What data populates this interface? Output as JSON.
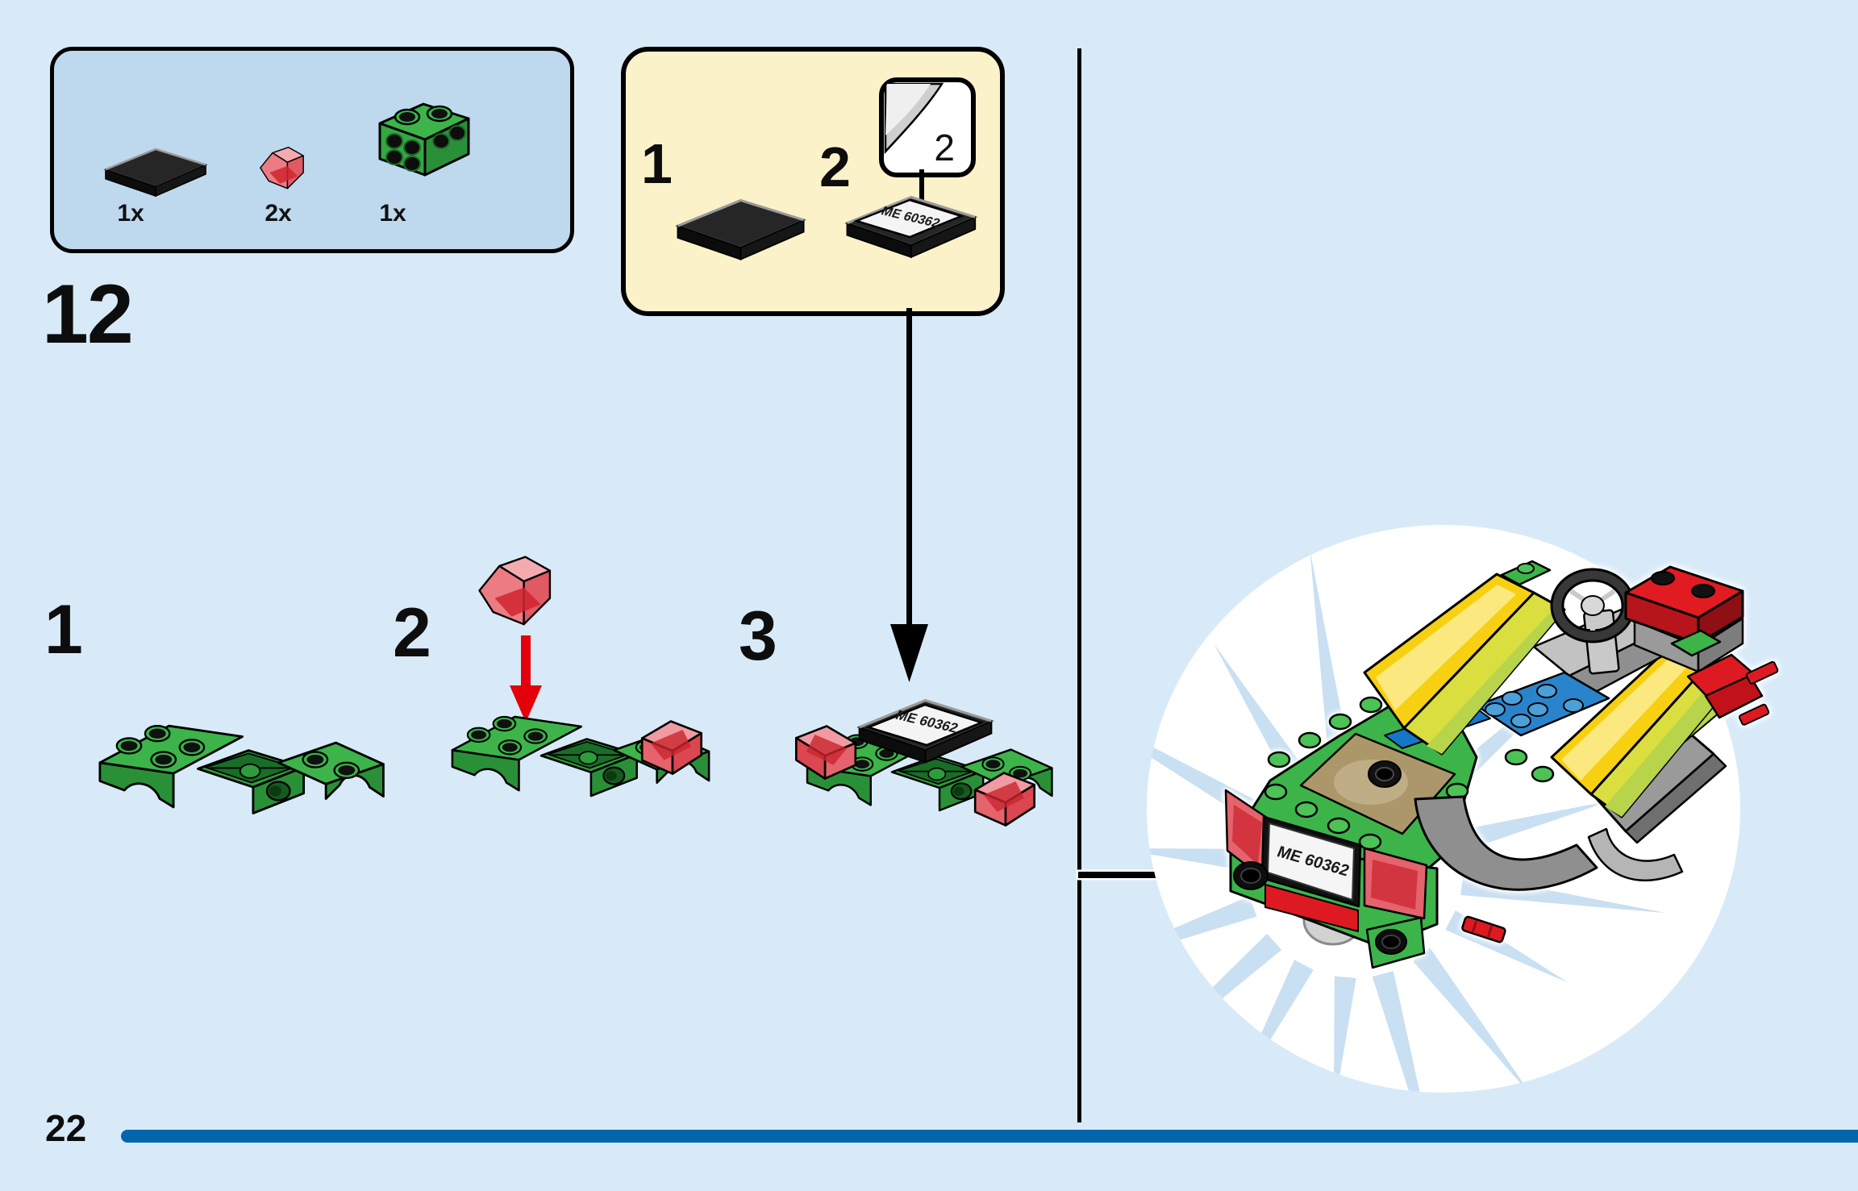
{
  "page": {
    "step_number": "12",
    "page_number": "22"
  },
  "parts_callout": {
    "parts": [
      {
        "id": "tile-1x2-black",
        "count": "1x"
      },
      {
        "id": "slope-1x1-trans-red",
        "count": "2x"
      },
      {
        "id": "bracket-2x4-green",
        "count": "1x"
      }
    ]
  },
  "sticker_callout": {
    "sub1_label": "1",
    "sub2_label": "2",
    "badge_number": "2",
    "plate_text": "ME 60362"
  },
  "steps": [
    {
      "label": "1"
    },
    {
      "label": "2"
    },
    {
      "label": "3",
      "plate_text": "ME 60362"
    }
  ],
  "preview": {
    "plate_text": "ME 60362"
  },
  "colors": {
    "page_background": "#d8eaf8",
    "parts_box_background": "#bed9ee",
    "sticker_box_background": "#fbf2c9",
    "progress_bar": "#0565ac",
    "lego_green": "#3cb44a",
    "lego_red": "#dd1a21",
    "trans_red": "#e4636c",
    "lego_yellow": "#f8d012"
  }
}
